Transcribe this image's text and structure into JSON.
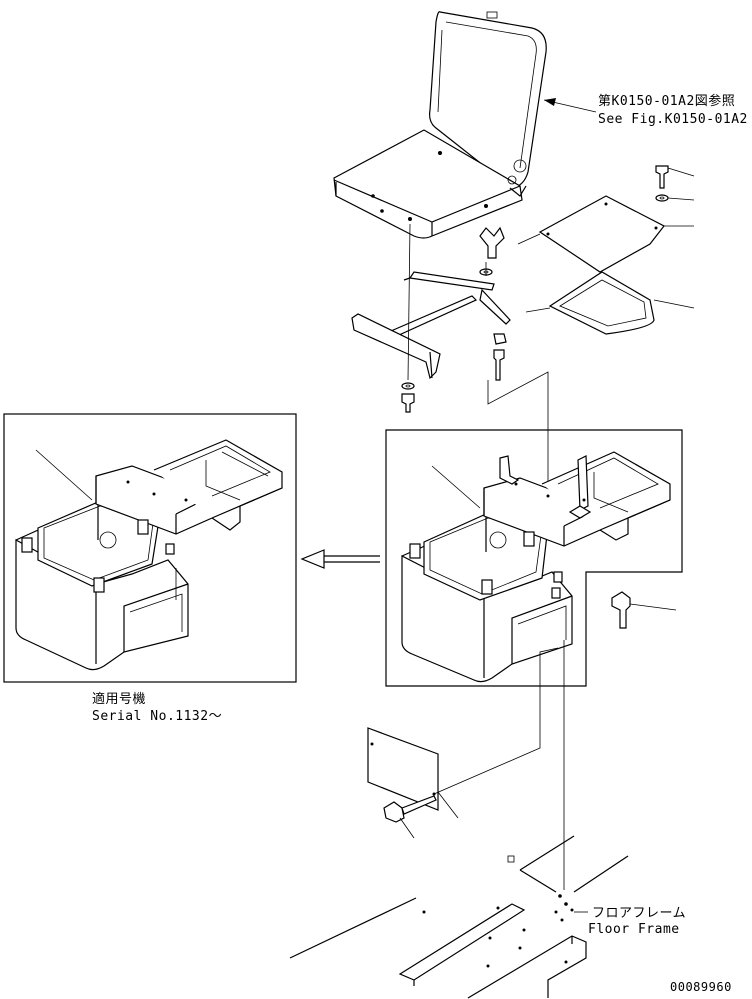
{
  "labels": {
    "see_fig_jp": "第K0150-01A2図参照",
    "see_fig_en": "See Fig.K0150-01A2",
    "serial_jp": "適用号機",
    "serial_en": "Serial No.1132～",
    "floor_jp": "フロアフレーム",
    "floor_en": "Floor Frame",
    "drawing_number": "00089960"
  }
}
